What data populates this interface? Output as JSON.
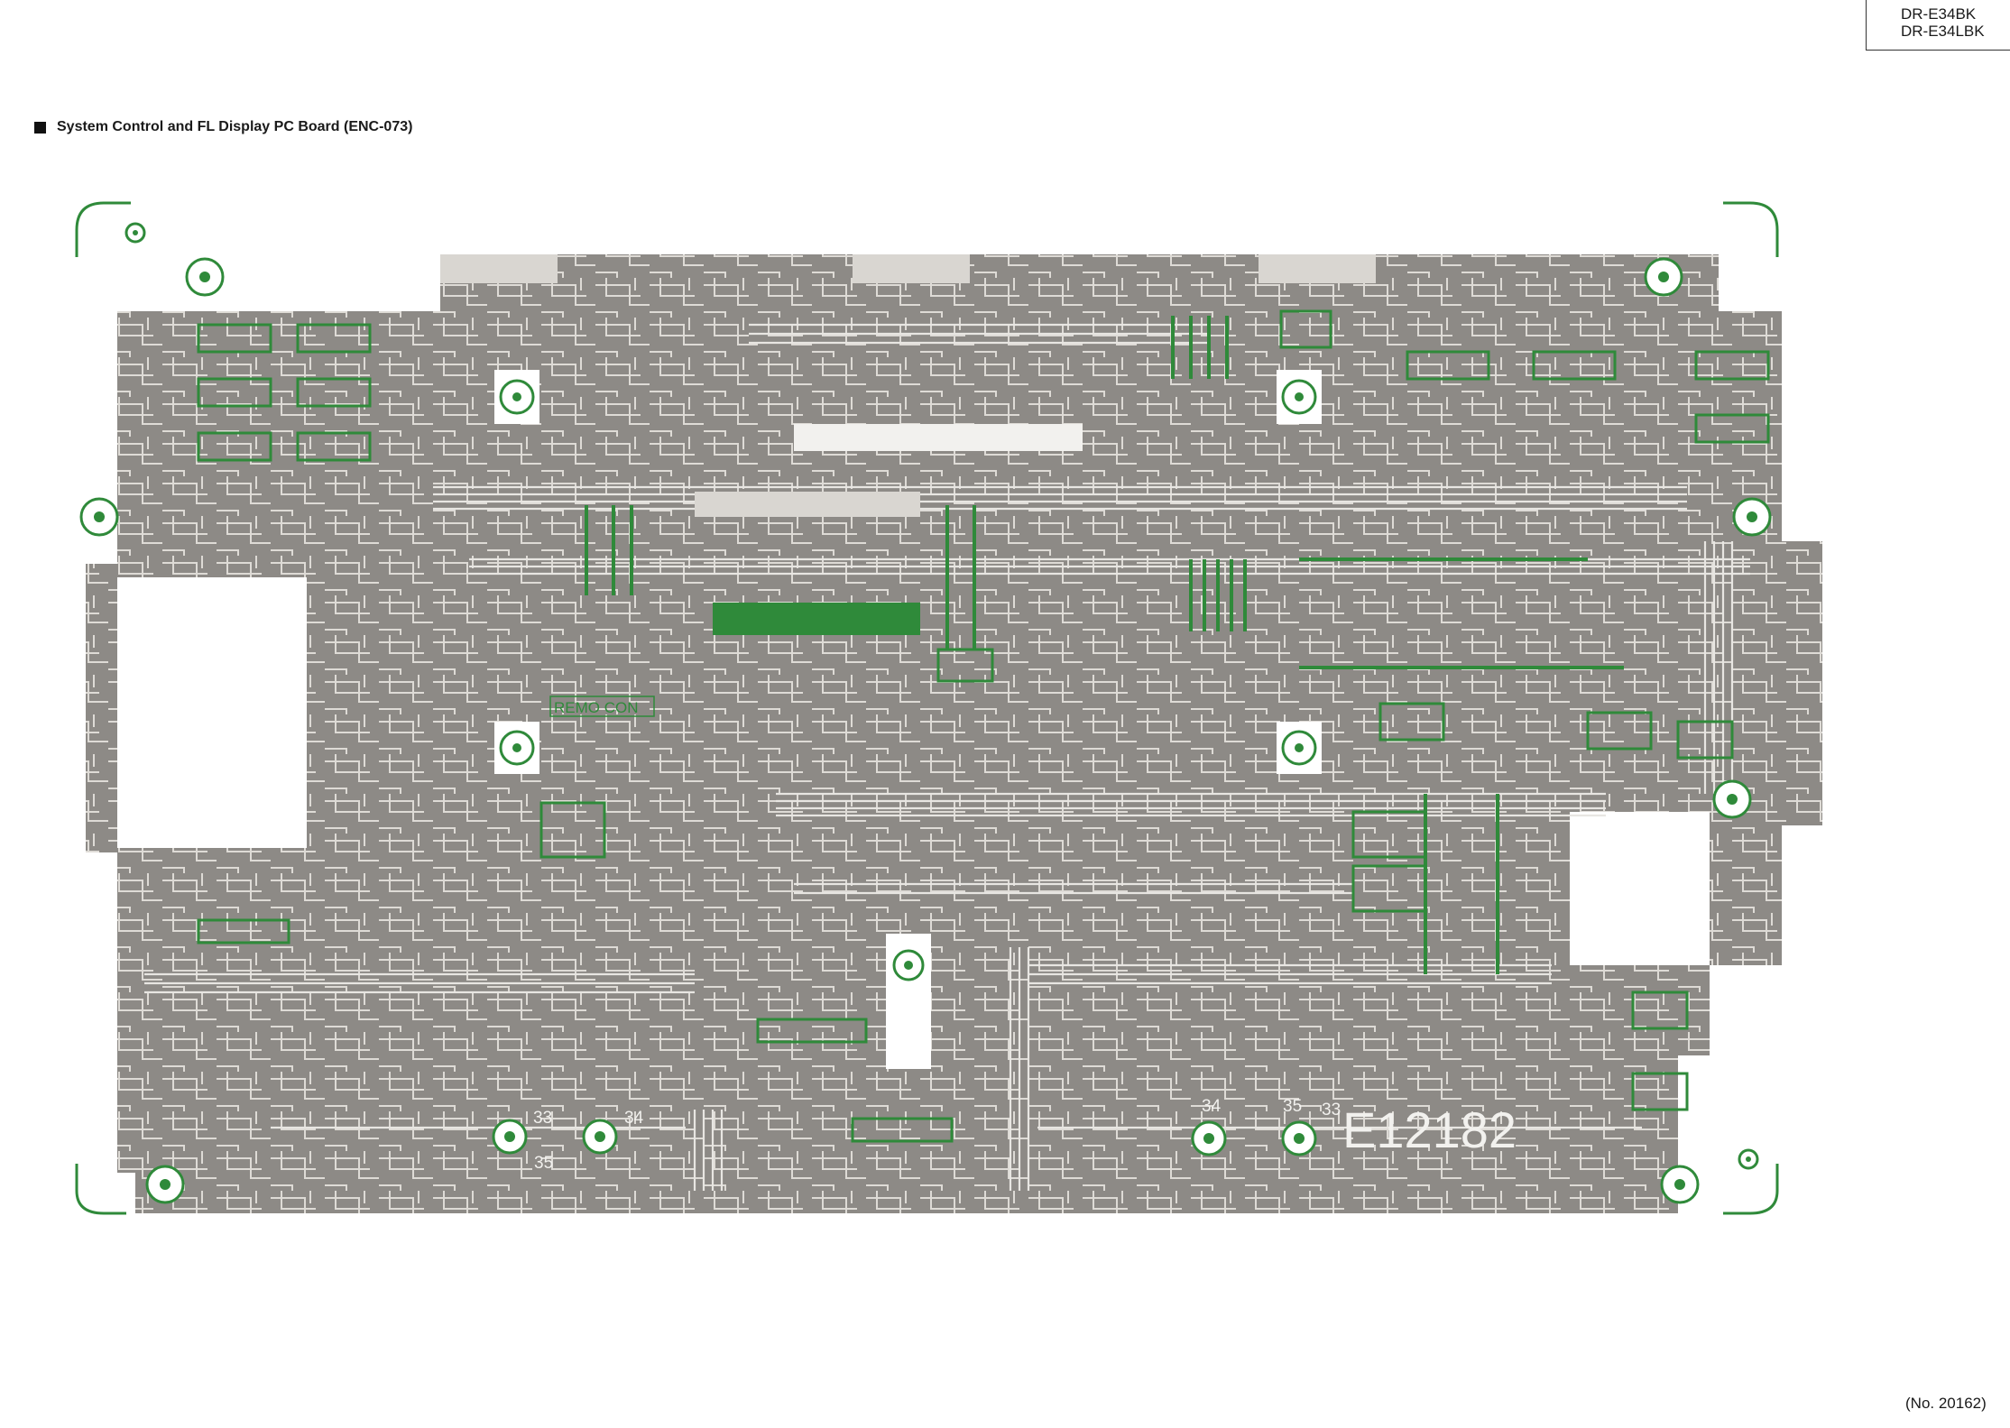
{
  "header": {
    "models": [
      "DR-E34BK",
      "DR-E34LBK"
    ]
  },
  "title": "System Control and FL Display PC Board (ENC-073)",
  "footer": {
    "page_number": "(No. 20162)"
  },
  "board": {
    "id_marking": "E12182",
    "silkscreen_labels": [
      "REMO CON",
      "33",
      "34",
      "35",
      "34",
      "35",
      "33"
    ],
    "colors": {
      "substrate": "#8d8a86",
      "trace": "#e8e6e2",
      "component": "#2f8a3a",
      "pad": "#ffffff"
    }
  }
}
